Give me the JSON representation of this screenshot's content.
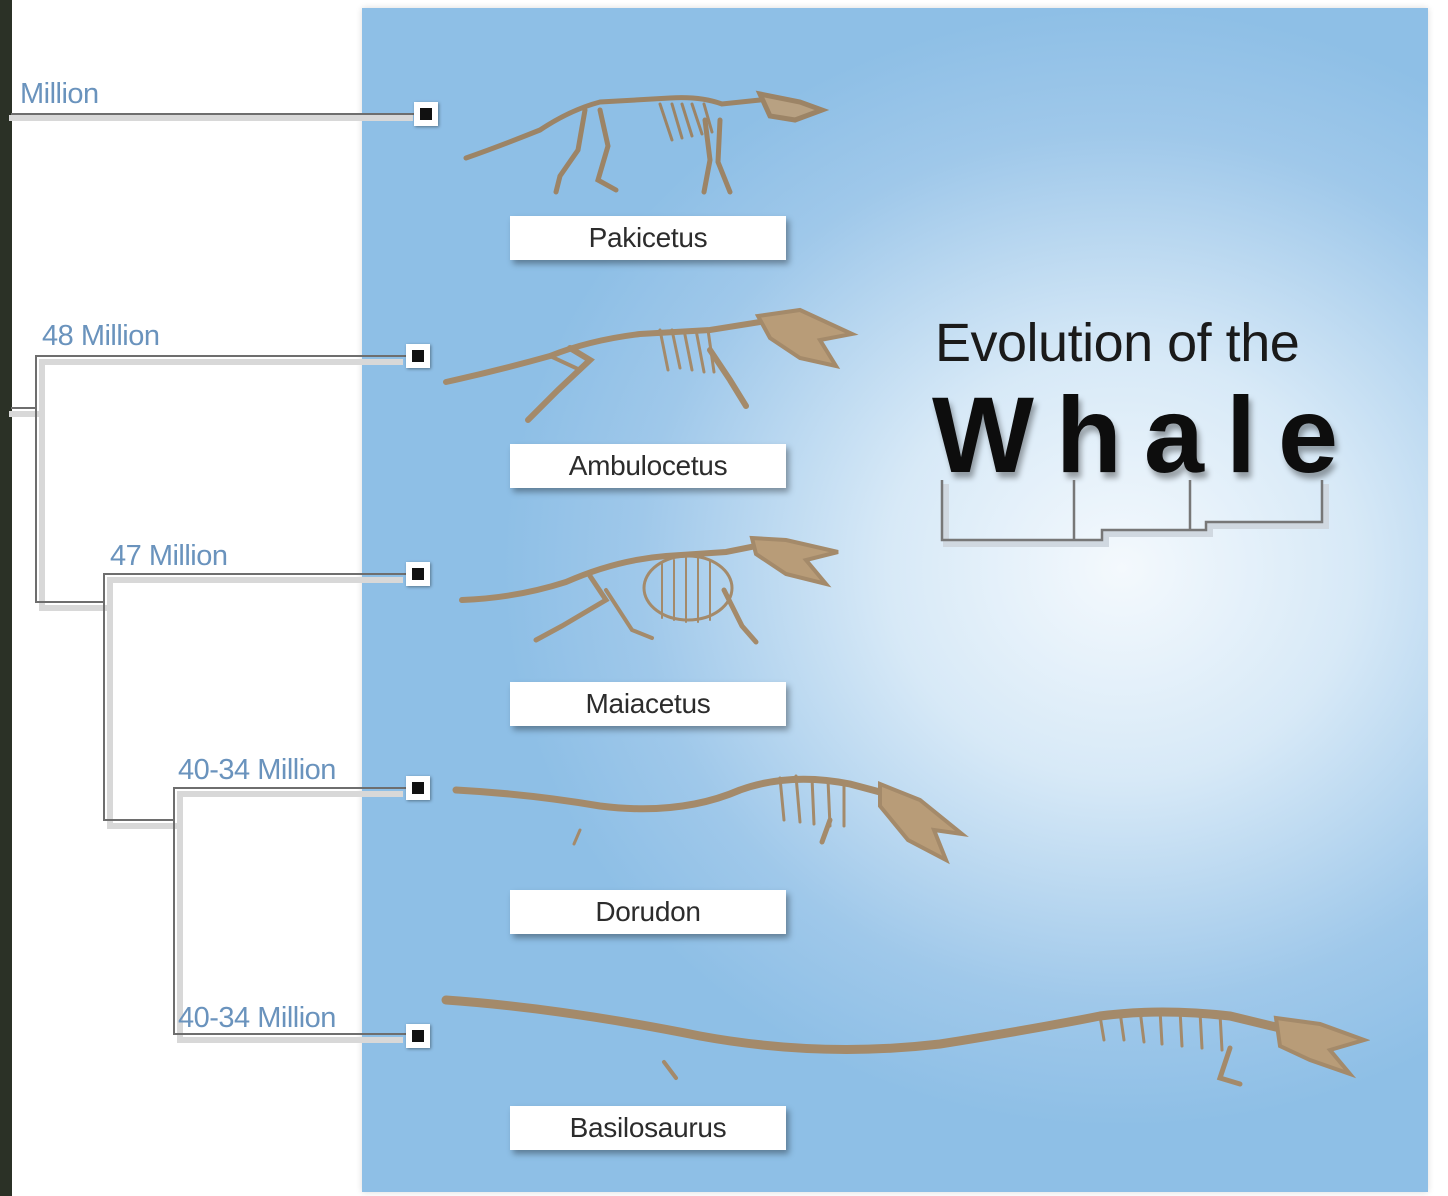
{
  "title": {
    "line1": "Evolution of the",
    "line2": "Whale"
  },
  "taxa": [
    {
      "name": "Pakicetus",
      "time": "Million"
    },
    {
      "name": "Ambulocetus",
      "time": "48 Million"
    },
    {
      "name": "Maiacetus",
      "time": "47 Million"
    },
    {
      "name": "Dorudon",
      "time": "40-34 Million"
    },
    {
      "name": "Basilosaurus",
      "time": "40-34 Million"
    }
  ],
  "colors": {
    "panel_blue": "#8ebfe6",
    "time_label": "#6a93bd",
    "bone": "#a48a6a"
  }
}
